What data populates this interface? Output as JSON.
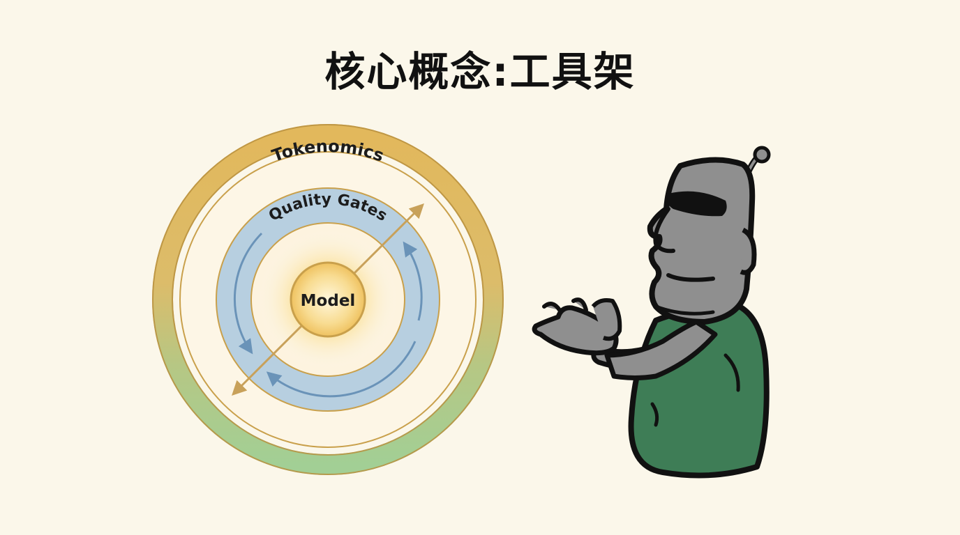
{
  "title": "核心概念:工具架",
  "diagram": {
    "outer_ring_label": "Tokenomics",
    "middle_ring_label": "Quality Gates",
    "core_label": "Model"
  },
  "colors": {
    "background": "#fbf7ea",
    "outer_ring_top": "#e2b85c",
    "outer_ring_bottom": "#9ecb92",
    "middle_ring": "#b7cfe0",
    "core": "#f2c869",
    "arrow": "#c8a15a",
    "mascot_skin": "#8f8f8f",
    "mascot_shirt": "#3e7d56"
  },
  "mascot": {
    "icon": "moai-mascot-icon"
  }
}
